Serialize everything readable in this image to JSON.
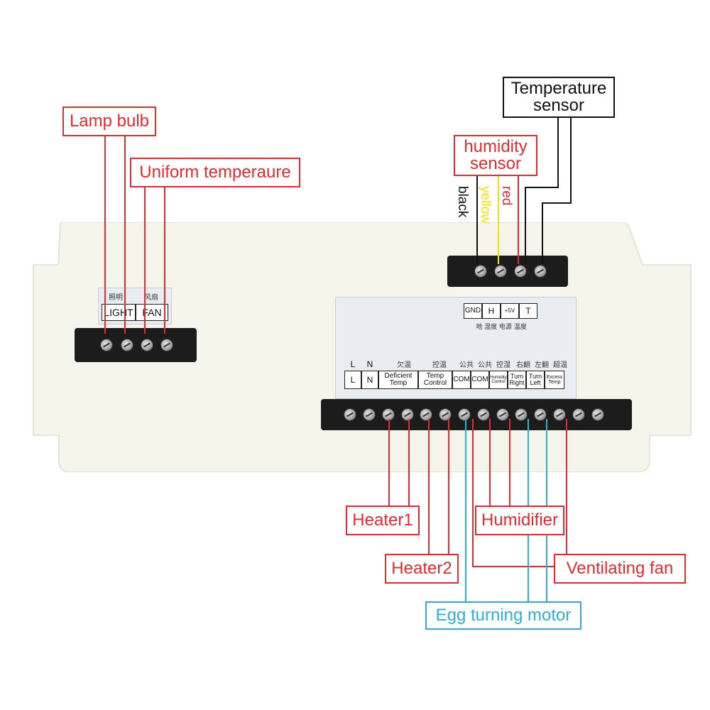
{
  "labels": {
    "lamp_bulb": "Lamp bulb",
    "uniform_fan": "Uniform temperaure",
    "temperature_sensor": "Temperature sensor",
    "humidity_sensor": "humidity sensor",
    "heater1": "Heater1",
    "heater2": "Heater2",
    "humidifier": "Humidifier",
    "ventilating_fan": "Ventilating fan",
    "egg_turning_motor": "Egg turning motor"
  },
  "wire_colors": {
    "black": "black",
    "yellow": "yellow",
    "red": "red"
  },
  "left_panel": {
    "cn_light": "照明",
    "cn_fan": "风扇",
    "light": "LIGHT",
    "fan": "FAN"
  },
  "sensor_panel": {
    "gnd": "GND",
    "h": "H",
    "v5": "+5V",
    "t": "T",
    "cn_row": "地 湿度 电源 温度"
  },
  "main_panel": {
    "cn_headers": [
      "",
      "",
      "欠温",
      "控温",
      "公共",
      "公共",
      "控湿",
      "右翻",
      "左翻",
      "超温"
    ],
    "top_row": [
      "L",
      "N"
    ],
    "bottom_row": [
      "L",
      "N",
      "Deficient Temp",
      "Temp Control",
      "COM",
      "COM",
      "Humidity Control",
      "Turn Right",
      "Turn Left",
      "Excess Temp"
    ]
  },
  "colors": {
    "label_red": "#e8292e",
    "label_blue": "#29b2d9",
    "wire_yellow": "#f2e600",
    "board": "#f6f5ec"
  }
}
